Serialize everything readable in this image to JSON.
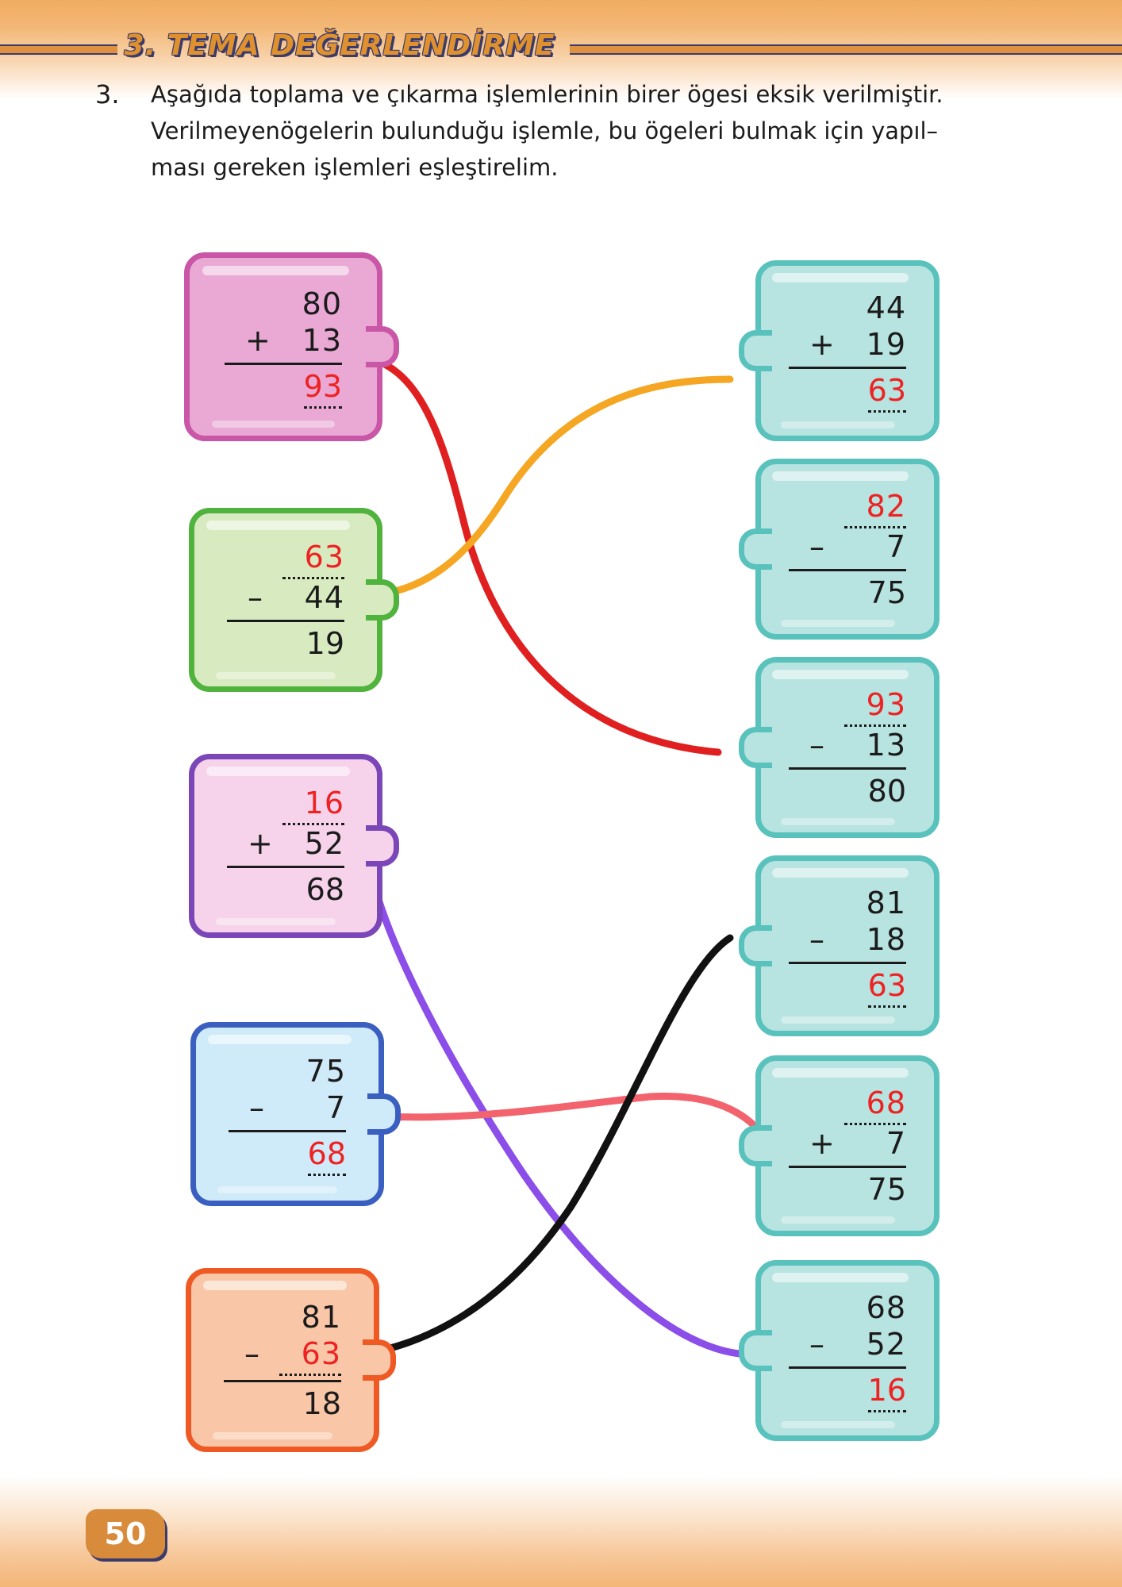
{
  "header": {
    "title": "3. TEMA DEĞERLENDİRME"
  },
  "question": {
    "number": "3.",
    "line1": "Aşağıda toplama ve çıkarma işlemlerinin birer ögesi eksik verilmiştir.",
    "line2": "Verilmeyenögelerin bulunduğu işlemle, bu ögeleri bulmak için yapıl–",
    "line3": "ması gereken işlemleri eşleştirelim."
  },
  "footer": {
    "page_number": "50"
  },
  "colors": {
    "header_accent": "#e0912f",
    "header_rule": "#3b3b6b",
    "answer_red": "#ee2222",
    "teal_piece": "#8fd6d2",
    "pink_piece": "#e9a9d4",
    "green_piece": "#cfe8b0",
    "lilac_piece": "#f3c9e2",
    "blue_piece": "#bfe4f5",
    "orange_piece": "#f9c3a3"
  },
  "left_pieces": [
    {
      "id": "left-1",
      "color": "pink",
      "operand1": "80",
      "operator": "+",
      "operand2": "13",
      "result": "93",
      "missing": "result"
    },
    {
      "id": "left-2",
      "color": "green",
      "operand1": "63",
      "operator": "–",
      "operand2": "44",
      "result": "19",
      "missing": "operand1"
    },
    {
      "id": "left-3",
      "color": "lilac",
      "operand1": "16",
      "operator": "+",
      "operand2": "52",
      "result": "68",
      "missing": "operand1"
    },
    {
      "id": "left-4",
      "color": "blue",
      "operand1": "75",
      "operator": "–",
      "operand2": "7",
      "result": "68",
      "missing": "result"
    },
    {
      "id": "left-5",
      "color": "orange",
      "operand1": "81",
      "operator": "–",
      "operand2": "63",
      "result": "18",
      "missing": "operand2"
    }
  ],
  "right_pieces": [
    {
      "id": "right-1",
      "color": "teal",
      "operand1": "44",
      "operator": "+",
      "operand2": "19",
      "result": "63",
      "missing": "result"
    },
    {
      "id": "right-2",
      "color": "teal",
      "operand1": "82",
      "operator": "–",
      "operand2": "7",
      "result": "75",
      "missing": "operand1"
    },
    {
      "id": "right-3",
      "color": "teal",
      "operand1": "93",
      "operator": "–",
      "operand2": "13",
      "result": "80",
      "missing": "operand1"
    },
    {
      "id": "right-4",
      "color": "teal",
      "operand1": "81",
      "operator": "–",
      "operand2": "18",
      "result": "63",
      "missing": "result"
    },
    {
      "id": "right-5",
      "color": "teal",
      "operand1": "68",
      "operator": "+",
      "operand2": "7",
      "result": "75",
      "missing": "operand1"
    },
    {
      "id": "right-6",
      "color": "teal",
      "operand1": "68",
      "operator": "–",
      "operand2": "52",
      "result": "16",
      "missing": "result"
    }
  ],
  "connections": [
    {
      "from": "left-1",
      "to": "right-3",
      "color": "#e02020"
    },
    {
      "from": "left-2",
      "to": "right-1",
      "color": "#f5a623"
    },
    {
      "from": "left-3",
      "to": "right-6",
      "color": "#8b4ee8"
    },
    {
      "from": "left-4",
      "to": "right-5",
      "color": "#f2636e"
    },
    {
      "from": "left-5",
      "to": "right-4",
      "color": "#111111"
    }
  ]
}
